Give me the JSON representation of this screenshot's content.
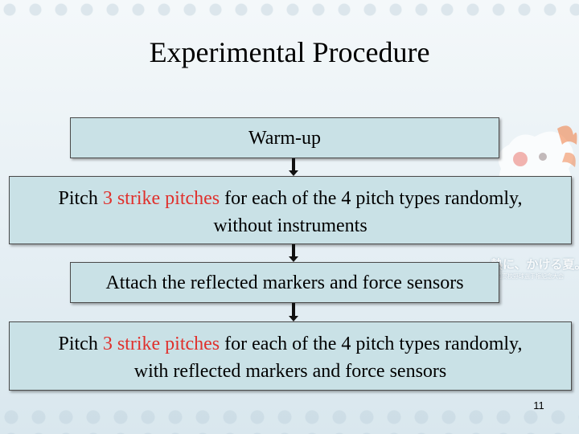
{
  "slide": {
    "title": "Experimental Procedure",
    "page_number": "11"
  },
  "steps": [
    {
      "text": "Warm-up"
    },
    {
      "prefix": "Pitch ",
      "highlight": "3 strike pitches",
      "suffix": " for each of the 4 pitch types randomly,",
      "line2": "without instruments"
    },
    {
      "text": "Attach the reflected markers and force sensors"
    },
    {
      "prefix": "Pitch ",
      "highlight": "3 strike pitches",
      "suffix": " for each of the 4 pitch types randomly,",
      "line2": "with reflected markers and force sensors"
    }
  ],
  "colors": {
    "box_fill": "#c9e1e6",
    "highlight": "#e0302c"
  },
  "background_logo": {
    "big_text": "熱に、かける夏。",
    "small_text": "全国高校野球選手権記念大会"
  }
}
